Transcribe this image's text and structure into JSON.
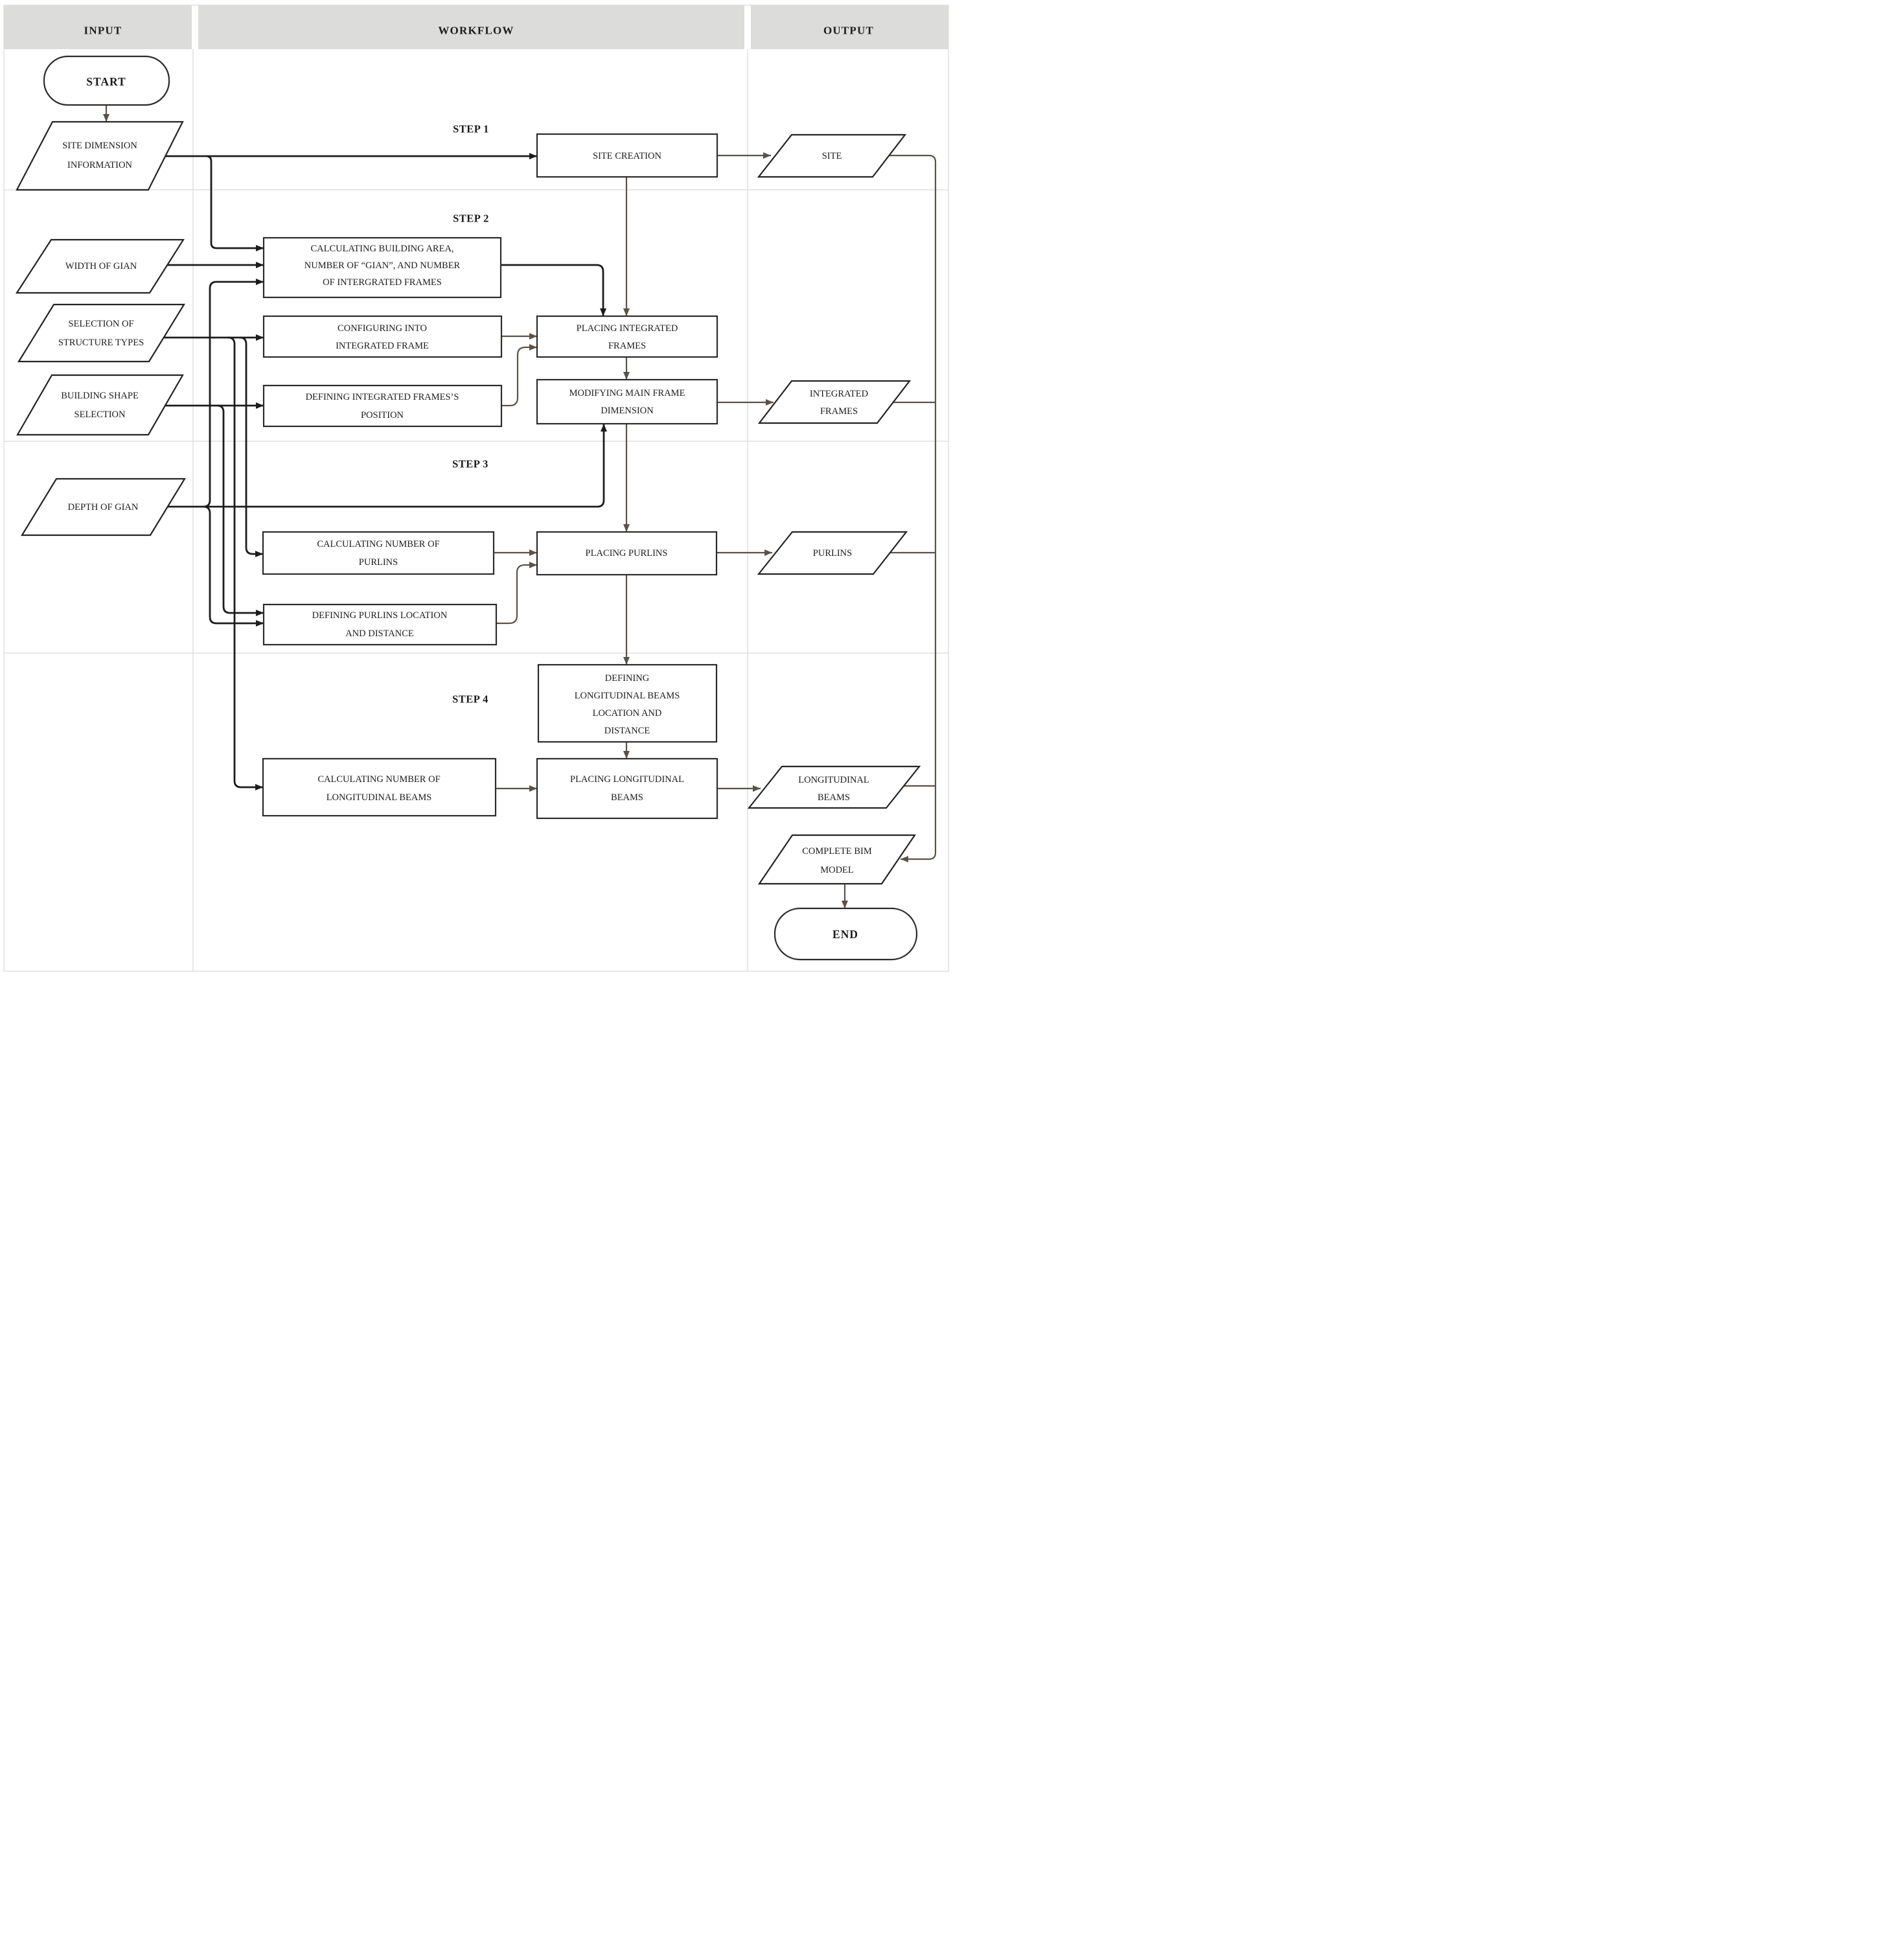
{
  "header": {
    "input": "INPUT",
    "workflow": "WORKFLOW",
    "output": "OUTPUT"
  },
  "steps": {
    "step1": "STEP 1",
    "step2": "STEP 2",
    "step3": "STEP 3",
    "step4": "STEP 4"
  },
  "terminators": {
    "start": "START",
    "end": "END"
  },
  "inputs": {
    "site_dimension": {
      "lines": [
        "SITE DIMENSION",
        "INFORMATION"
      ]
    },
    "width_of_gian": {
      "lines": [
        "WIDTH OF GIAN"
      ]
    },
    "selection_structure": {
      "lines": [
        "SELECTION OF",
        "STRUCTURE TYPES"
      ]
    },
    "building_shape": {
      "lines": [
        "BUILDING SHAPE",
        "SELECTION"
      ]
    },
    "depth_of_gian": {
      "lines": [
        "DEPTH OF GIAN"
      ]
    }
  },
  "processes": {
    "site_creation": {
      "lines": [
        "SITE CREATION"
      ]
    },
    "calc_building_area": {
      "lines": [
        "CALCULATING BUILDING AREA,",
        "NUMBER OF “GIAN”, AND NUMBER",
        "OF INTERGRATED FRAMES"
      ]
    },
    "configuring_frame": {
      "lines": [
        "CONFIGURING INTO",
        "INTEGRATED FRAME"
      ]
    },
    "defining_frame_position": {
      "lines": [
        "DEFINING INTEGRATED FRAMES’S",
        "POSITION"
      ]
    },
    "placing_frames": {
      "lines": [
        "PLACING INTEGRATED",
        "FRAMES"
      ]
    },
    "modifying_dimension": {
      "lines": [
        "MODIFYING MAIN FRAME",
        "DIMENSION"
      ]
    },
    "calc_purlins": {
      "lines": [
        "CALCULATING NUMBER OF",
        "PURLINS"
      ]
    },
    "placing_purlins": {
      "lines": [
        "PLACING PURLINS"
      ]
    },
    "defining_purlins": {
      "lines": [
        "DEFINING PURLINS LOCATION",
        "AND DISTANCE"
      ]
    },
    "defining_beams": {
      "lines": [
        "DEFINING",
        "LONGITUDINAL BEAMS",
        "LOCATION AND",
        "DISTANCE"
      ]
    },
    "calc_beams": {
      "lines": [
        "CALCULATING NUMBER OF",
        "LONGITUDINAL BEAMS"
      ]
    },
    "placing_beams": {
      "lines": [
        "PLACING LONGITUDINAL",
        "BEAMS"
      ]
    }
  },
  "outputs": {
    "site": {
      "lines": [
        "SITE"
      ]
    },
    "integrated_frames": {
      "lines": [
        "INTEGRATED",
        "FRAMES"
      ]
    },
    "purlins": {
      "lines": [
        "PURLINS"
      ]
    },
    "longitudinal_beams": {
      "lines": [
        "LONGITUDINAL",
        "BEAMS"
      ]
    },
    "complete_bim": {
      "lines": [
        "COMPLETE BIM",
        "MODEL"
      ]
    }
  },
  "colors": {
    "connector_input": "#1c1c1c",
    "connector_flow": "#5c5148",
    "header_bg": "#dcdcda",
    "grid_line": "#d9d9d9",
    "box_border": "#2b2b2b",
    "text": "#1c1c1c"
  }
}
